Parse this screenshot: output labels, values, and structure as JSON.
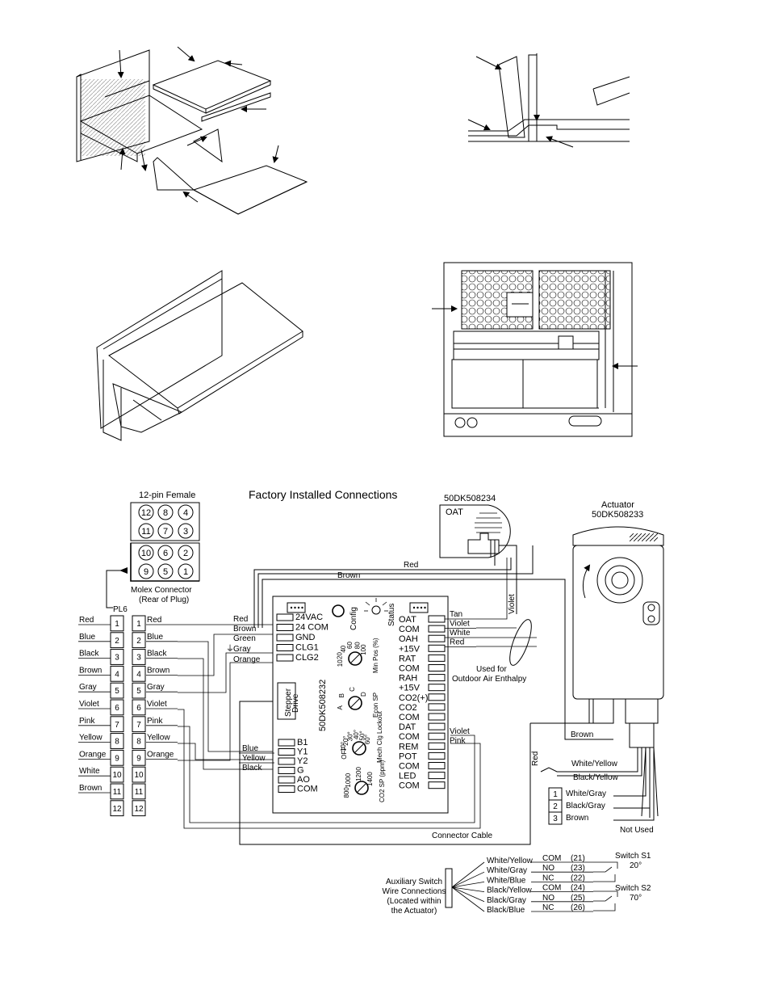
{
  "diagram": {
    "title": "Factory Installed Connections",
    "female_connector": {
      "label": "12-pin Female",
      "pins_top": [
        "12",
        "8",
        "4",
        "11",
        "7",
        "3"
      ],
      "pins_bottom": [
        "10",
        "6",
        "2",
        "9",
        "5",
        "1"
      ]
    },
    "molex": {
      "line1": "Molex Connector",
      "line2": "(Rear of Plug)"
    },
    "pl6": "PL6",
    "left_colors": [
      "Red",
      "Blue",
      "Black",
      "Brown",
      "Gray",
      "Violet",
      "Pink",
      "Yellow",
      "Orange",
      "White",
      "Brown"
    ],
    "pin_numbers": [
      "1",
      "2",
      "3",
      "4",
      "5",
      "6",
      "7",
      "8",
      "9",
      "10",
      "11",
      "12"
    ],
    "pin_wires": [
      "Red",
      "Blue",
      "Black",
      "Brown",
      "Gray",
      "Violet",
      "Pink",
      "Yellow",
      "Orange"
    ],
    "controller": {
      "model": "50DK508232",
      "left_terms_top": [
        "24VAC",
        "24 COM",
        "GND",
        "CLG1",
        "CLG2"
      ],
      "left_wires": [
        "Red",
        "Brown",
        "Green",
        "Gray",
        "Orange"
      ],
      "stepper": "Stepper Drive",
      "left_terms_bottom": [
        "B1",
        "Y1",
        "Y2",
        "G",
        "AO",
        "COM"
      ],
      "bottom_wires": [
        "Blue",
        "Yellow",
        "Black"
      ],
      "config": "Config",
      "status": "Status",
      "pots": [
        {
          "name": "Min Pos (%)",
          "scale": [
            "10",
            "20",
            "40",
            "60",
            "80",
            "100"
          ]
        },
        {
          "name": "Econ SP",
          "scale": [
            "A",
            "B",
            "C",
            "D"
          ]
        },
        {
          "name": "Mech Clg Lockout",
          "scale": [
            "OFF",
            "10°",
            "20°",
            "30°",
            "40°",
            "50°",
            "60°"
          ]
        },
        {
          "name": "CO2 SP (ppm)",
          "scale": [
            "800",
            "1000",
            "1200",
            "1400"
          ]
        }
      ],
      "right_terms": [
        "OAT",
        "COM",
        "OAH",
        "+15V",
        "RAT",
        "COM",
        "RAH",
        "+15V",
        "CO2(+)",
        "CO2",
        "COM",
        "DAT",
        "COM",
        "REM",
        "POT",
        "COM",
        "LED",
        "COM"
      ],
      "right_wires_top": [
        "Tan",
        "Violet",
        "White",
        "Red"
      ],
      "right_wires_bottom": [
        "Violet",
        "Pink"
      ]
    },
    "oat_sensor": {
      "part": "50DK508234",
      "label": "OAT"
    },
    "enthalpy_note": {
      "line1": "Used for",
      "line2": "Outdoor Air Enthalpy"
    },
    "actuator": {
      "label": "Actuator",
      "part": "50DK508233"
    },
    "top_wires": [
      "Red",
      "Brown"
    ],
    "violet_label": "Violet",
    "red_vertical": "Red",
    "actuator_wires": [
      "Brown",
      "White/Yellow",
      "Black/Yellow"
    ],
    "terminal_block": [
      {
        "num": "1",
        "wire": "White/Gray"
      },
      {
        "num": "2",
        "wire": "Black/Gray"
      },
      {
        "num": "3",
        "wire": "Brown"
      }
    ],
    "not_used": "Not Used",
    "connector_cable": "Connector Cable",
    "aux": {
      "caption": [
        "Auxiliary Switch",
        "Wire Connections",
        "(Located within",
        "the Actuator)"
      ],
      "wires": [
        "White/Yellow",
        "White/Gray",
        "White/Blue",
        "Black/Yellow",
        "Black/Gray",
        "Black/Blue"
      ],
      "contacts": [
        {
          "label": "COM",
          "num": "(21)"
        },
        {
          "label": "NO",
          "num": "(23)"
        },
        {
          "label": "NC",
          "num": "(22)"
        },
        {
          "label": "COM",
          "num": "(24)"
        },
        {
          "label": "NO",
          "num": "(25)"
        },
        {
          "label": "NC",
          "num": "(26)"
        }
      ],
      "switch1": {
        "name": "Switch S1",
        "angle": "20°"
      },
      "switch2": {
        "name": "Switch S2",
        "angle": "70°"
      }
    }
  }
}
